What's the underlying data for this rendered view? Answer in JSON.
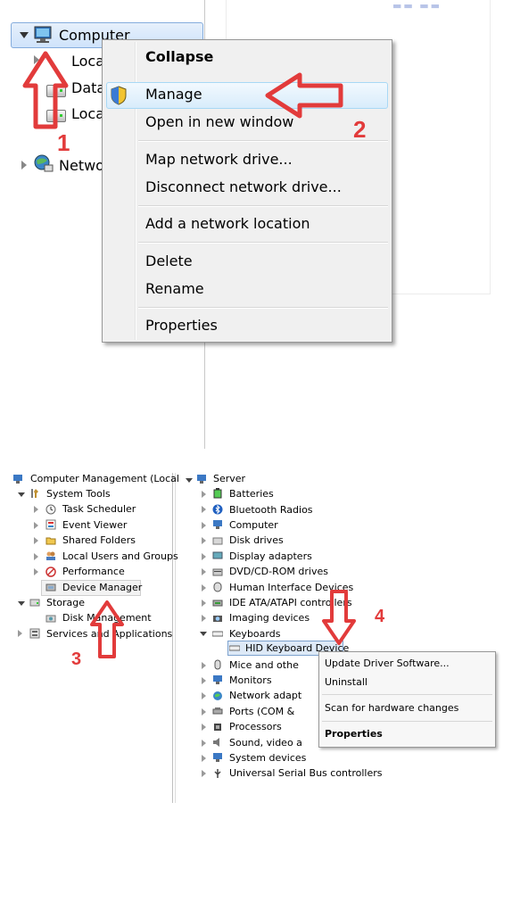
{
  "explorer": {
    "tree": {
      "computer": "Computer",
      "local_disk_1": "Loca",
      "data_drive": "Data",
      "local_disk_2": "Loca",
      "network": "Netwo"
    },
    "context_menu": {
      "collapse": "Collapse",
      "manage": "Manage",
      "open_new_window": "Open in new window",
      "map_network_drive": "Map network drive...",
      "disconnect_network_drive": "Disconnect network drive...",
      "add_network_location": "Add a network location",
      "delete": "Delete",
      "rename": "Rename",
      "properties": "Properties"
    },
    "steps": {
      "one": "1",
      "two": "2"
    }
  },
  "management": {
    "left_tree": {
      "root": "Computer Management (Local",
      "system_tools": "System Tools",
      "task_scheduler": "Task Scheduler",
      "event_viewer": "Event Viewer",
      "shared_folders": "Shared Folders",
      "local_users": "Local Users and Groups",
      "performance": "Performance",
      "device_manager": "Device Manager",
      "storage": "Storage",
      "disk_management": "Disk Management",
      "services_apps": "Services and Applications"
    },
    "device_tree": {
      "server": "Server",
      "items": [
        "Batteries",
        "Bluetooth Radios",
        "Computer",
        "Disk drives",
        "Display adapters",
        "DVD/CD-ROM drives",
        "Human Interface Devices",
        "IDE ATA/ATAPI controllers",
        "Imaging devices"
      ],
      "keyboards": "Keyboards",
      "hid_keyboard": "HID Keyboard Device",
      "after": [
        "Mice and othe",
        "Monitors",
        "Network adapt",
        "Ports (COM &",
        "Processors",
        "Sound, video a",
        "System devices",
        "Universal Serial Bus controllers"
      ]
    },
    "context_menu": {
      "update_driver": "Update Driver Software...",
      "uninstall": "Uninstall",
      "scan_hardware": "Scan for hardware changes",
      "properties": "Properties"
    },
    "steps": {
      "three": "3",
      "four": "4"
    }
  }
}
